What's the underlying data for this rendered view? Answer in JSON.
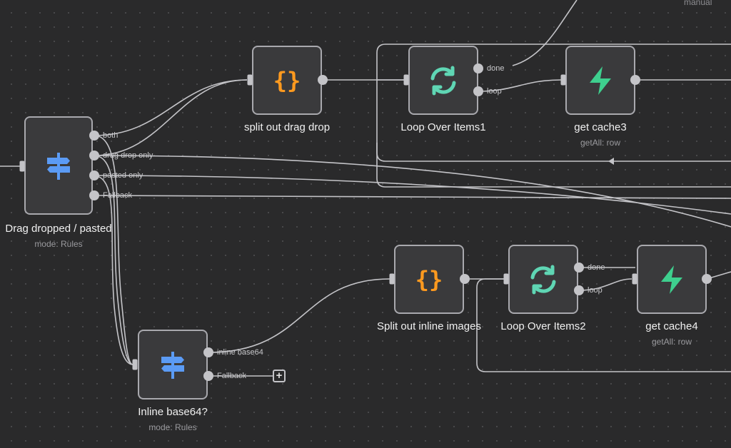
{
  "canvas": {
    "top_right_text": "manual"
  },
  "nodes": {
    "drag_switch": {
      "title": "Drag dropped / pasted",
      "subtitle": "mode: Rules",
      "outputs": [
        "both",
        "drag drop only",
        "pasted only",
        "Fallback"
      ]
    },
    "split_drag": {
      "title": "split out drag drop"
    },
    "loop1": {
      "title": "Loop Over Items1",
      "outputs": [
        "done",
        "loop"
      ]
    },
    "cache3": {
      "title": "get cache3",
      "subtitle": "getAll: row"
    },
    "split_inline": {
      "title": "Split out inline images"
    },
    "loop2": {
      "title": "Loop Over Items2",
      "outputs": [
        "done",
        "loop"
      ]
    },
    "cache4": {
      "title": "get cache4",
      "subtitle": "getAll: row"
    },
    "inline_switch": {
      "title": "Inline base64?",
      "subtitle": "mode: Rules",
      "outputs": [
        "inline base64",
        "Fallback"
      ]
    }
  },
  "icons": {
    "switch": "signpost-icon",
    "code": "curly-braces-icon",
    "loop": "refresh-loop-icon",
    "supabase": "lightning-bolt-icon"
  },
  "colors": {
    "switch_icon": "#5b9bf5",
    "code_icon": "#ff9a1f",
    "loop_icon": "#5fd6b4",
    "supabase_icon": "#3ecf8e",
    "wire": "#c4c4c8"
  }
}
